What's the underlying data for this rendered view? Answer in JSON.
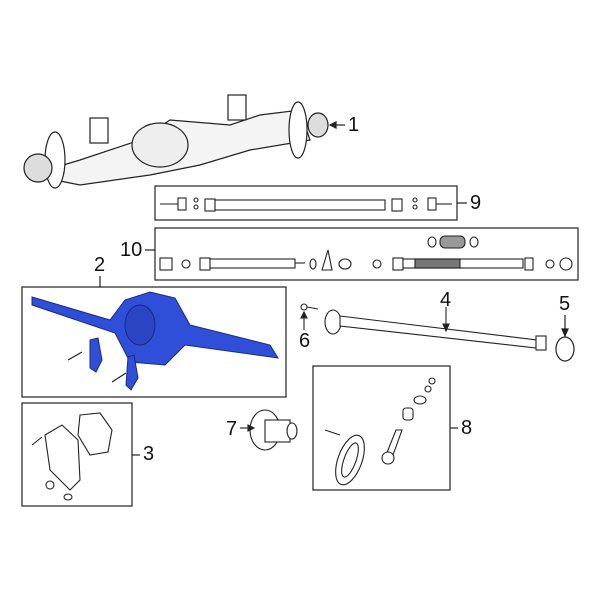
{
  "diagram": {
    "type": "exploded-parts-diagram",
    "highlight_color": "#2f4fd8",
    "line_color": "#222222",
    "callouts": [
      {
        "id": "1",
        "label": "1",
        "part": "axle-assembly-complete"
      },
      {
        "id": "2",
        "label": "2",
        "part": "axle-housing-highlighted"
      },
      {
        "id": "3",
        "label": "3",
        "part": "differential-cover-kit"
      },
      {
        "id": "4",
        "label": "4",
        "part": "axle-shaft"
      },
      {
        "id": "5",
        "label": "5",
        "part": "seal-ring"
      },
      {
        "id": "6",
        "label": "6",
        "part": "bolt"
      },
      {
        "id": "7",
        "label": "7",
        "part": "differential-carrier"
      },
      {
        "id": "8",
        "label": "8",
        "part": "ring-and-pinion-kit"
      },
      {
        "id": "9",
        "label": "9",
        "part": "drive-shaft-front"
      },
      {
        "id": "10",
        "label": "10",
        "part": "drive-shaft-rear-kit"
      }
    ]
  }
}
